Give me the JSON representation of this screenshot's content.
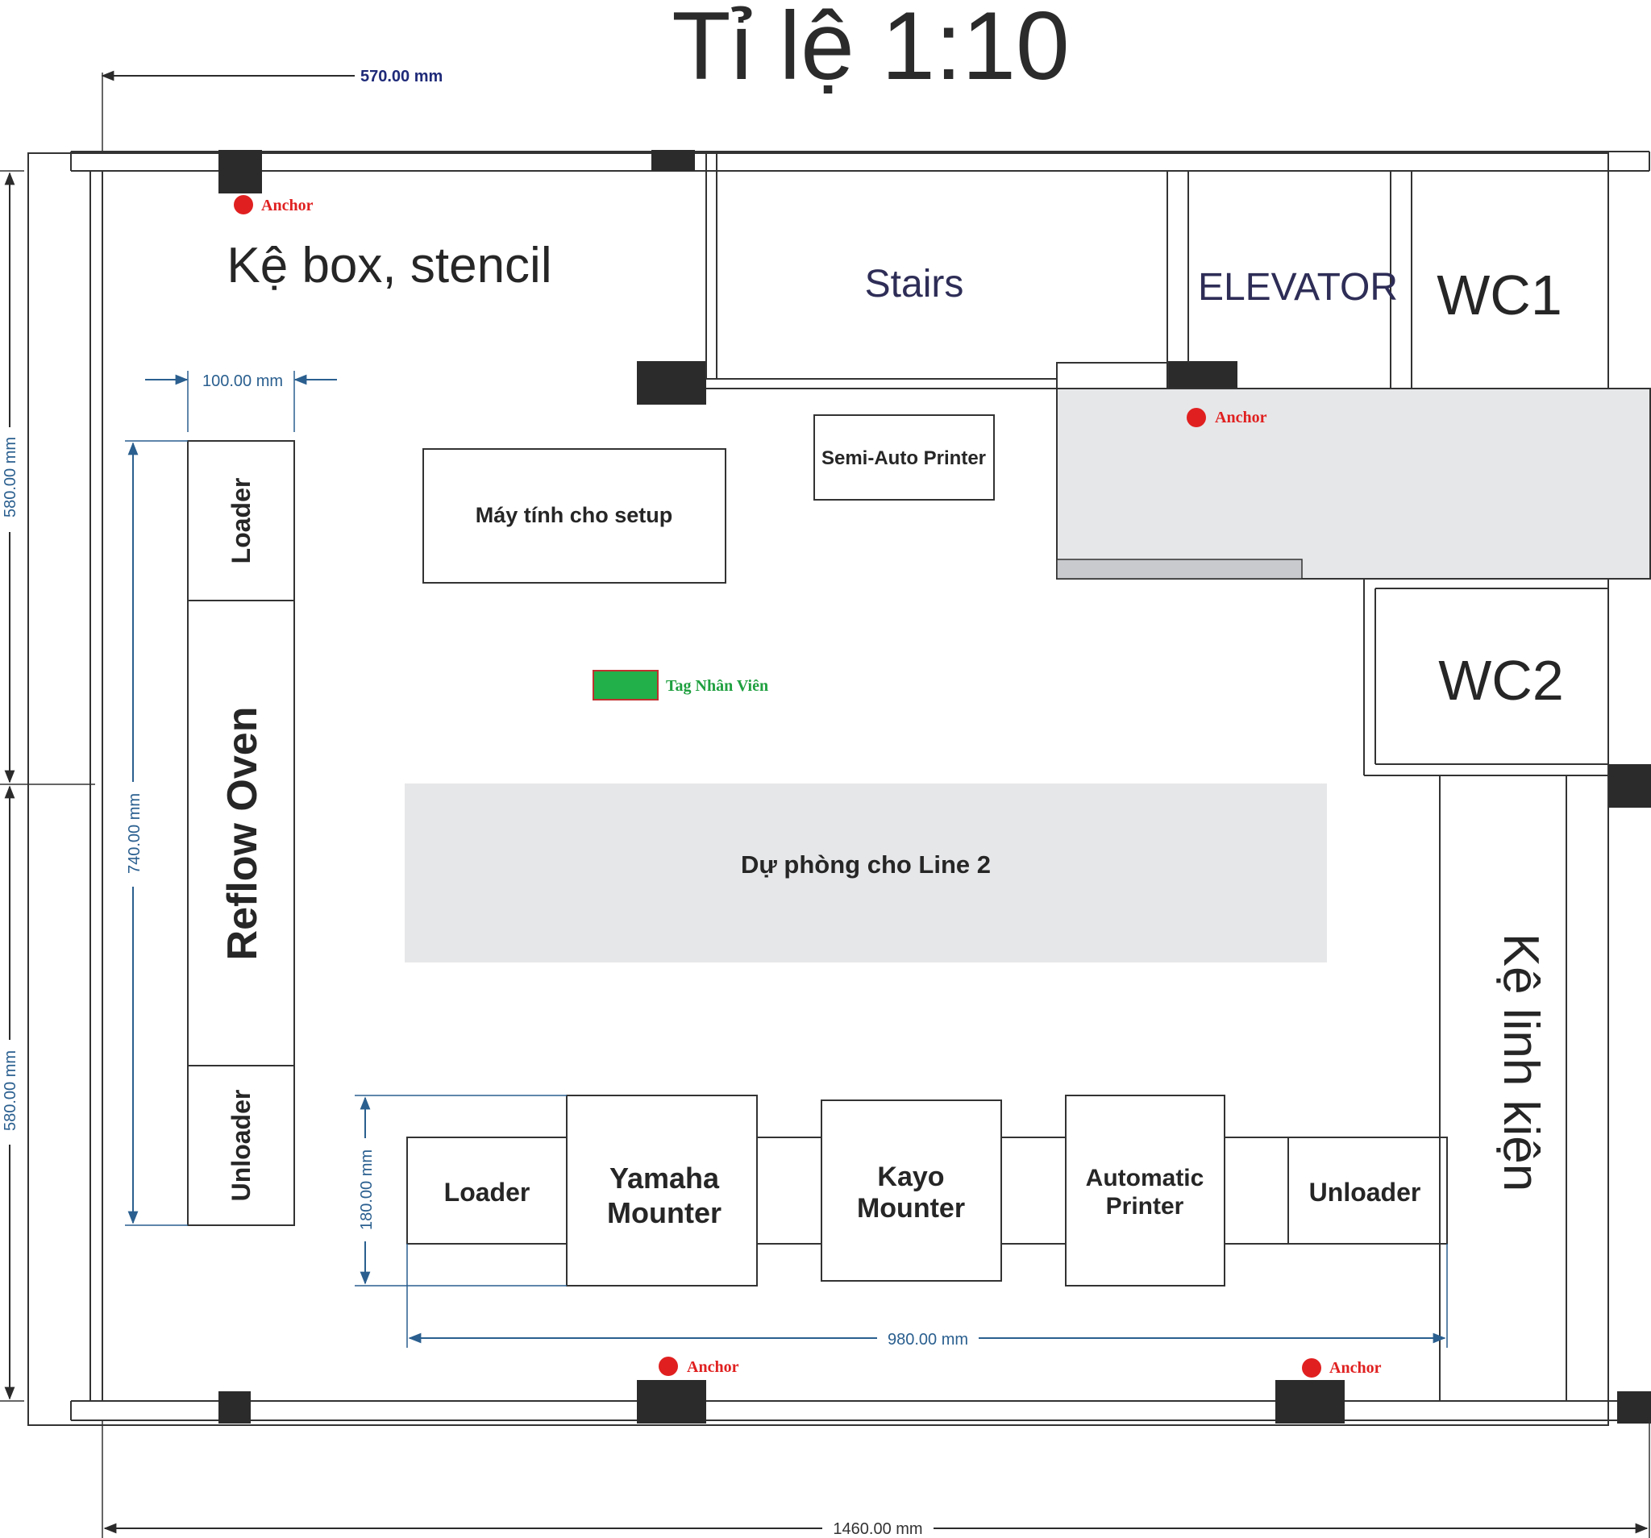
{
  "title": "Tỉ lệ 1:10",
  "rooms": {
    "ke_box": "Kệ box, stencil",
    "stairs": "Stairs",
    "elevator": "ELEVATOR",
    "wc1": "WC1",
    "wc2": "WC2",
    "ke_linh_kien": "Kệ linh kiện"
  },
  "equipment": {
    "semi_auto_printer": "Semi-Auto Printer",
    "may_tinh": "Máy tính cho setup",
    "du_phong": "Dự phòng cho Line 2",
    "left_loader": "Loader",
    "reflow_oven": "Reflow Oven",
    "left_unloader": "Unloader",
    "line_loader": "Loader",
    "yamaha_line1": "Yamaha",
    "yamaha_line2": "Mounter",
    "kayo_line1": "Kayo",
    "kayo_line2": "Mounter",
    "auto_printer_line1": "Automatic",
    "auto_printer_line2": "Printer",
    "line_unloader": "Unloader"
  },
  "markers": {
    "anchor": "Anchor",
    "tag": "Tag Nhân Viên"
  },
  "dimensions": {
    "top_width": "570.00 mm",
    "left_upper": "580.00 mm",
    "left_lower": "580.00 mm",
    "oven_width": "100.00 mm",
    "oven_length": "740.00 mm",
    "line_height": "180.00 mm",
    "line_length": "980.00 mm",
    "total_width": "1460.00 mm"
  },
  "colors": {
    "wall": "#333333",
    "pillar": "#2b2b2b",
    "shaded_area": "#e6e7e9",
    "dimension": "#2a5f8f",
    "anchor": "#e02020",
    "tag": "#22b04a",
    "navy_text": "#2e2d57"
  }
}
